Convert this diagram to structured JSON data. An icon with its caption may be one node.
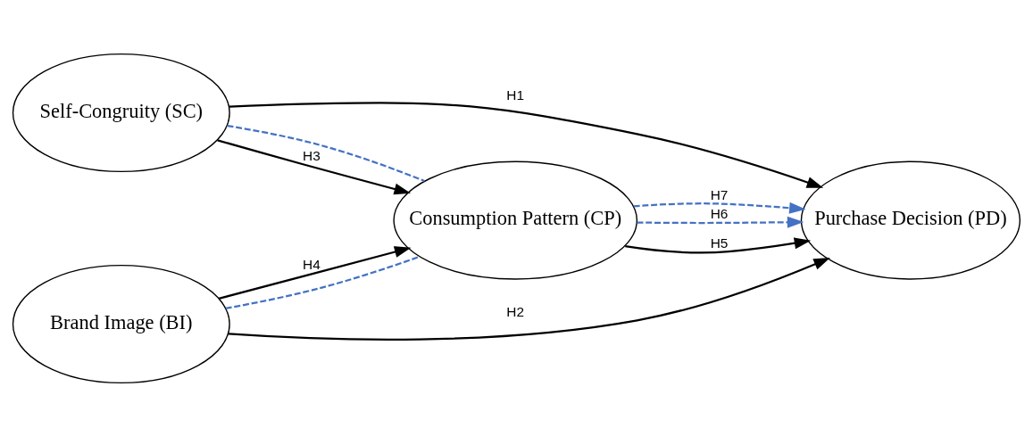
{
  "diagram": {
    "nodes": [
      {
        "text": [
          "Self-Congruity (SC)"
        ]
      },
      {
        "text": [
          "Brand Image (BI)"
        ]
      },
      {
        "text": [
          "Consumption Pattern (CP)"
        ]
      },
      {
        "text": [
          "Purchase Decision (PD)"
        ]
      }
    ],
    "edges": [
      {
        "from": 0,
        "to": 3,
        "arrow": "to",
        "label": "H1"
      },
      {
        "from": 0,
        "to": 2,
        "arrow": "none",
        "style": "dashed",
        "color": "#4472c4"
      },
      {
        "from": 0,
        "to": 2,
        "arrow": "to",
        "label": "H3"
      },
      {
        "from": 1,
        "to": 2,
        "arrow": "to",
        "label": "H4"
      },
      {
        "from": 1,
        "to": 2,
        "arrow": "none",
        "style": "dashed",
        "color": "#4472c4"
      },
      {
        "from": 1,
        "to": 3,
        "arrow": "to",
        "label": "H2"
      },
      {
        "from": 2,
        "to": 3,
        "arrow": "to",
        "label": "H6",
        "style": "dashed",
        "color": "#4472c4"
      },
      {
        "from": 2,
        "to": 3,
        "arrow": "to",
        "label": "H5"
      },
      {
        "from": 2,
        "to": 3,
        "arrow": "to",
        "label": "H7",
        "style": "dashed",
        "color": "#4472c4"
      }
    ]
  }
}
